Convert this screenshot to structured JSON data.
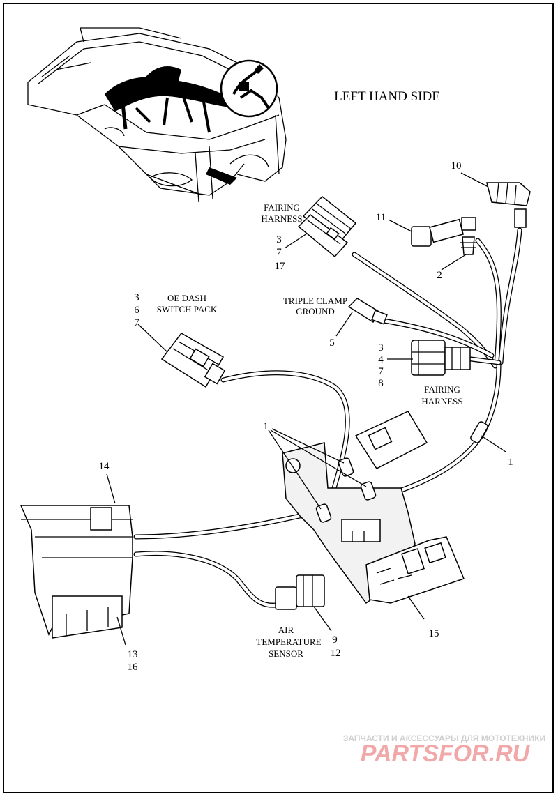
{
  "title": "LEFT HAND SIDE",
  "labels": {
    "fairing_harness_top": [
      "FAIRING",
      "HARNESS"
    ],
    "fairing_harness_top_refs": [
      "3",
      "7",
      "17"
    ],
    "oe_dash": [
      "OE DASH",
      "SWITCH PACK"
    ],
    "oe_dash_refs": [
      "3",
      "6",
      "7"
    ],
    "triple_clamp": [
      "TRIPLE CLAMP",
      "GROUND"
    ],
    "triple_clamp_ref": "5",
    "fairing_harness_mid": [
      "FAIRING",
      "HARNESS"
    ],
    "fairing_harness_mid_refs": [
      "3",
      "4",
      "7",
      "8"
    ],
    "air_temp": [
      "AIR",
      "TEMPERATURE",
      "SENSOR"
    ],
    "air_temp_refs": [
      "9",
      "12"
    ],
    "ref_10": "10",
    "ref_11": "11",
    "ref_2": "2",
    "ref_1_cluster": "1",
    "ref_1_right": "1",
    "ref_14": "14",
    "ref_13_16": [
      "13",
      "16"
    ],
    "ref_15": "15"
  },
  "watermark": {
    "tagline": "ЗАПЧАСТИ И АКСЕССУАРЫ ДЛЯ МОТОТЕХНИКИ",
    "brand": "PARTSFOR.RU",
    "tagline_color": "#cfcfcf",
    "brand_color": "#f0a8a8"
  }
}
